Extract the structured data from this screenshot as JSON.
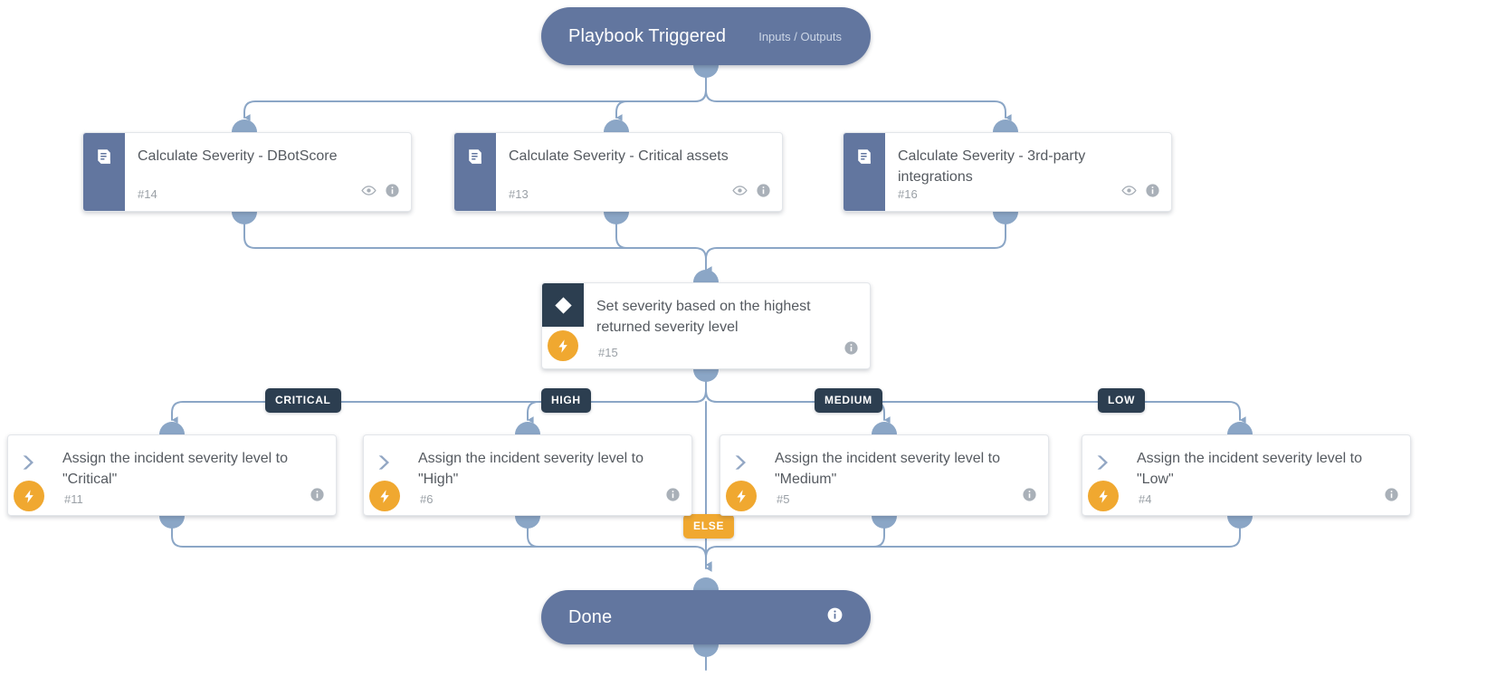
{
  "diagram": {
    "type": "playbook-workflow",
    "colors": {
      "pill": "#62769f",
      "task_sidebar": "#62769f",
      "condition_header": "#2c3e50",
      "badge": "#2c3e50",
      "else_badge": "#f0a830",
      "bolt_badge": "#f0a830",
      "connector": "#8ba6c6",
      "card_text": "#555a60",
      "muted_text": "#9aa0a6",
      "background": "#ffffff"
    }
  },
  "start": {
    "title": "Playbook Triggered",
    "subtitle": "Inputs / Outputs"
  },
  "end": {
    "title": "Done",
    "info_icon": "info-icon"
  },
  "tasks": [
    {
      "title": "Calculate Severity - DBotScore",
      "id": "#14",
      "icon": "playbook-book-icon",
      "icons": [
        "eye-icon",
        "info-icon"
      ]
    },
    {
      "title": "Calculate Severity - Critical assets",
      "id": "#13",
      "icon": "playbook-book-icon",
      "icons": [
        "eye-icon",
        "info-icon"
      ]
    },
    {
      "title": "Calculate Severity - 3rd-party integrations",
      "id": "#16",
      "icon": "playbook-book-icon",
      "icons": [
        "eye-icon",
        "info-icon"
      ]
    }
  ],
  "condition": {
    "title": "Set severity based on the highest returned severity level",
    "id": "#15",
    "icon": "diamond-condition-icon",
    "badge_icon": "lightning-bolt-icon",
    "icons": [
      "info-icon"
    ],
    "branches": [
      "CRITICAL",
      "HIGH",
      "MEDIUM",
      "LOW"
    ],
    "else_branch": "ELSE"
  },
  "actions": [
    {
      "title": "Assign the incident severity level  to \"Critical\"",
      "id": "#11",
      "icon": "chevron-right-icon",
      "badge_icon": "lightning-bolt-icon",
      "icons": [
        "info-icon"
      ]
    },
    {
      "title": "Assign the incident severity level  to \"High\"",
      "id": "#6",
      "icon": "chevron-right-icon",
      "badge_icon": "lightning-bolt-icon",
      "icons": [
        "info-icon"
      ]
    },
    {
      "title": "Assign the incident severity level  to \"Medium\"",
      "id": "#5",
      "icon": "chevron-right-icon",
      "badge_icon": "lightning-bolt-icon",
      "icons": [
        "info-icon"
      ]
    },
    {
      "title": "Assign the incident severity level  to \"Low\"",
      "id": "#4",
      "icon": "chevron-right-icon",
      "badge_icon": "lightning-bolt-icon",
      "icons": [
        "info-icon"
      ]
    }
  ]
}
